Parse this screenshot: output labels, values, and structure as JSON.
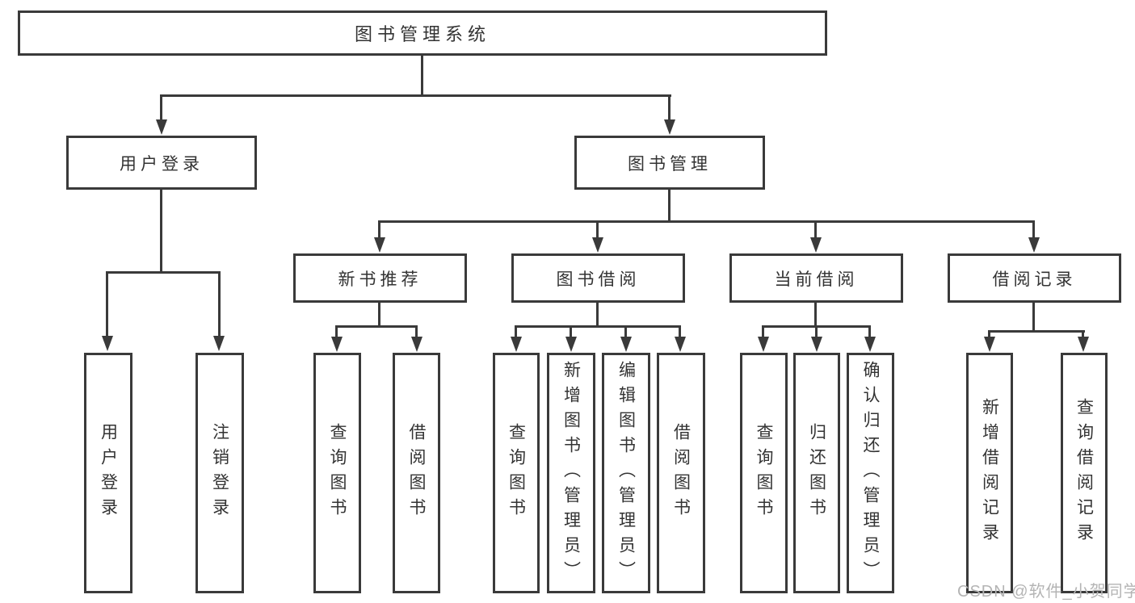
{
  "diagram": {
    "root": "图书管理系统",
    "level2": [
      "用户登录",
      "图书管理"
    ],
    "level3": [
      "新书推荐",
      "图书借阅",
      "当前借阅",
      "借阅记录"
    ],
    "leaves": {
      "login": [
        "用户登录",
        "注销登录"
      ],
      "recommend": [
        "查询图书",
        "借阅图书"
      ],
      "borrow": [
        "查询图书",
        "新增图书（管理员）",
        "编辑图书（管理员）",
        "借阅图书"
      ],
      "current": [
        "查询图书",
        "归还图书",
        "确认归还（管理员）"
      ],
      "records": [
        "新增借阅记录",
        "查询借阅记录"
      ]
    }
  },
  "watermark": "CSDN @软件_小贺同学",
  "colors": {
    "line": "#3a3a3a",
    "text": "#333333",
    "watermark": "#b4b4b4",
    "background": "#ffffff"
  }
}
